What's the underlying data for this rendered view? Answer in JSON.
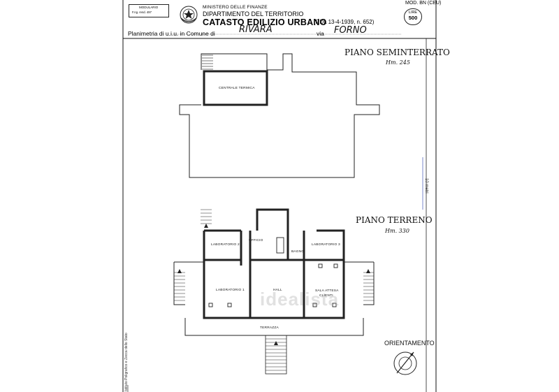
{
  "header": {
    "modulario_title": "MODULARIO",
    "modulario_code": "F.ng. rend. 497",
    "ministero": "MINISTERO DELLE FINANZE",
    "dipartimento": "DIPARTIMENTO DEL TERRITORIO",
    "catasto": "CATASTO EDILIZIO URBANO",
    "rdl": "(RDL 13-4-1939, n. 652)",
    "mod_label": "MOD. BN (CEU)",
    "lire_label": "LIRE",
    "lire_value": "500",
    "planimetria_prefix": "Planimetria di u.i.u. in Comune di",
    "comune": "RIVARA",
    "via_label": "via",
    "via": "FORNO"
  },
  "plan_basement": {
    "title": "PIANO SEMINTERRATO",
    "height": "Hm. 245",
    "room": "CENTRALE TERMICA"
  },
  "plan_ground": {
    "title": "PIANO TERRENO",
    "height": "Hm. 330",
    "rooms": {
      "lab2": "LABORATORIO 2",
      "uffici": "UFFICIO",
      "bagno": "BAGNO",
      "lab3": "LABORATORIO 3",
      "lab1": "LABORATORIO 1",
      "hall": "HALL",
      "sala_line1": "SALA ATTESA",
      "sala_line2": "CLIENTI",
      "terrazza": "TERRAZZA"
    }
  },
  "orientamento": "ORIENTAMENTO",
  "scale_label": "10 metri",
  "side_note": "Istituto Poligrafico e Zecca dello Stato",
  "watermark": "idealista"
}
